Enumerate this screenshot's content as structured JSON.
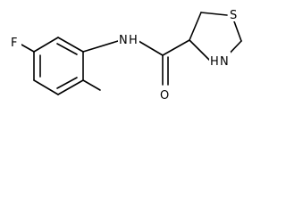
{
  "molecule": {
    "atoms": {
      "fluorine": "F",
      "amide_nitrogen": "N",
      "amide_hydrogen": "H",
      "carbonyl_oxygen": "O",
      "ring_sulfur": "S",
      "ring_nitrogen": "N",
      "ring_nitrogen_hydrogen": "H"
    },
    "colors": {
      "bond": "#000000",
      "label": "#000000",
      "background": "#ffffff"
    }
  }
}
